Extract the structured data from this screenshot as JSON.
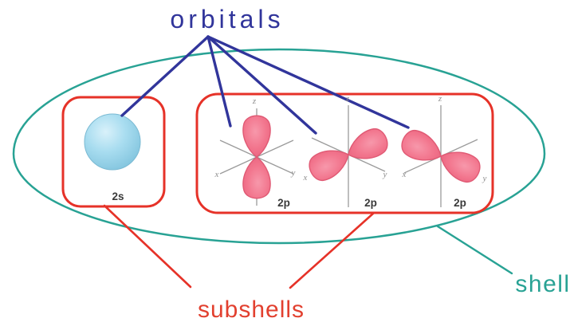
{
  "labels": {
    "orbitals": "orbitals",
    "subshells": "subshells",
    "shell": "shell"
  },
  "shell": {
    "s_subshell": {
      "label": "2s"
    },
    "p_subshell": {
      "orbitals": [
        {
          "label": "2p"
        },
        {
          "label": "2p"
        },
        {
          "label": "2p"
        }
      ]
    }
  },
  "axis_labels": {
    "x": "x",
    "y": "y",
    "z": "z"
  },
  "colors": {
    "orbitals_label": "#31359B",
    "subshells_label": "#E2402F",
    "shell_label": "#28A294",
    "subshell_box_red": "#E63228",
    "shell_ellipse_teal": "#28A294",
    "pointer_navy": "#31359B",
    "sphere_blue": "#A9DDF0",
    "lobe_pink": "#F2758D",
    "axis_gray": "#9B9B9B"
  }
}
